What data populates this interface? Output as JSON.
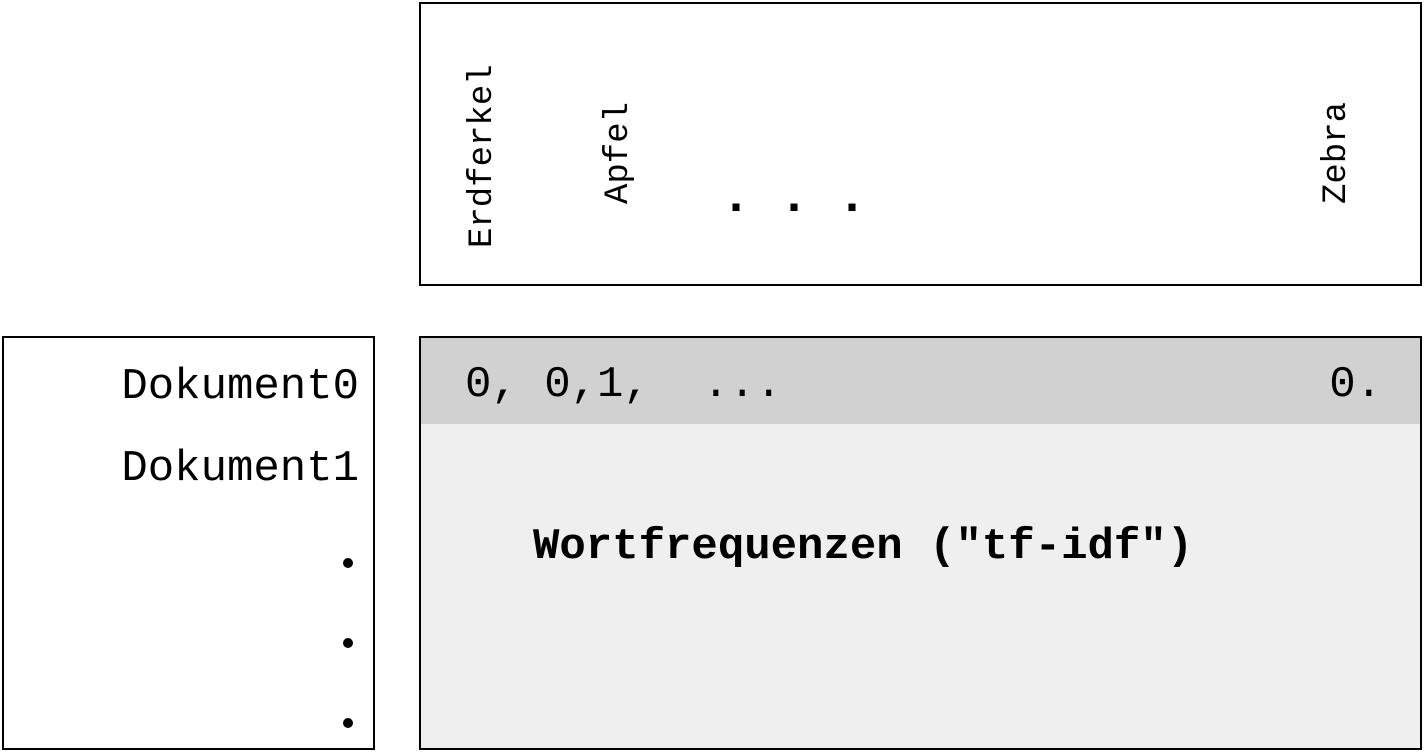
{
  "vocabulary": {
    "words": [
      "Erdferkel",
      "Apfel",
      "Zebra"
    ],
    "ellipsis": "..."
  },
  "documents": {
    "items": [
      "Dokument0",
      "Dokument1"
    ],
    "more_indicator": "..."
  },
  "matrix": {
    "first_row_values": "0, 0,1,  ...",
    "first_row_last": "0.",
    "caption": "Wortfrequenzen (\"tf-idf\")"
  },
  "colors": {
    "highlight_row": "#d1d1d1",
    "matrix_background": "#efefef",
    "border": "#000000"
  }
}
